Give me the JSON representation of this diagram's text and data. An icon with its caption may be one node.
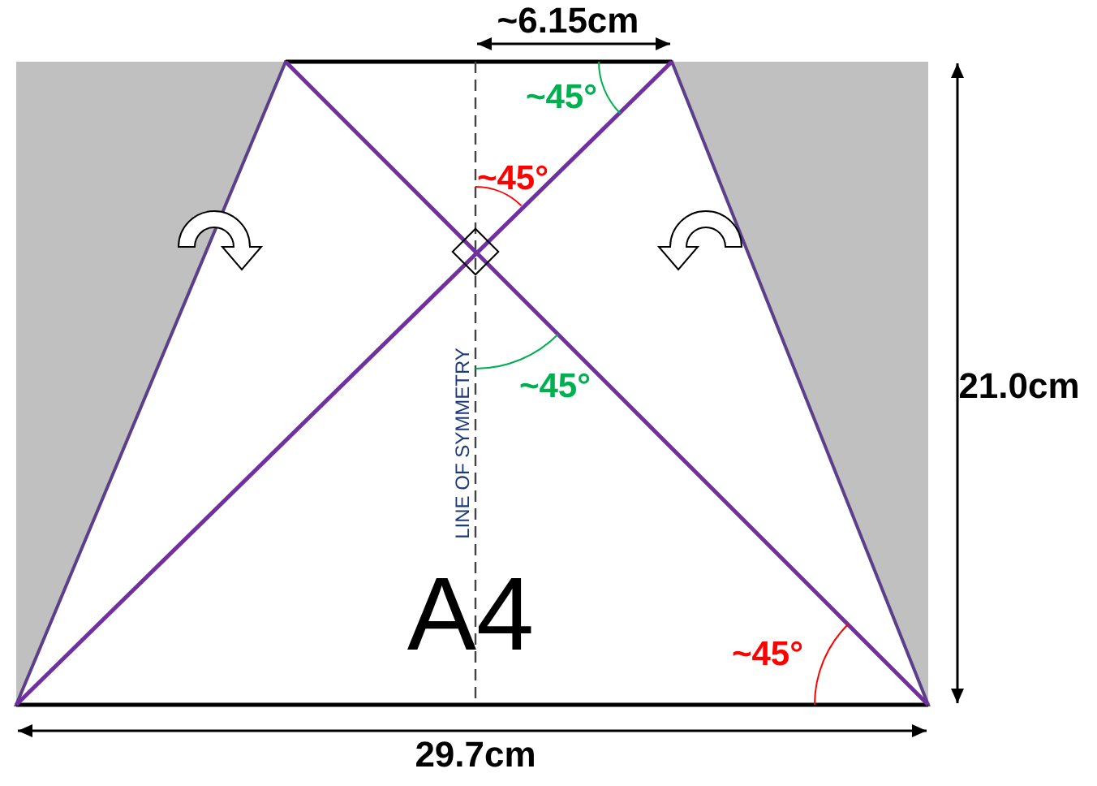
{
  "diagram": {
    "labels": [
      "~6.15cm",
      "~45°",
      "~45°",
      "21.0cm",
      "LINE OF SYMMETRY",
      "~45°",
      "A4",
      "~45°",
      "29.7cm"
    ]
  }
}
